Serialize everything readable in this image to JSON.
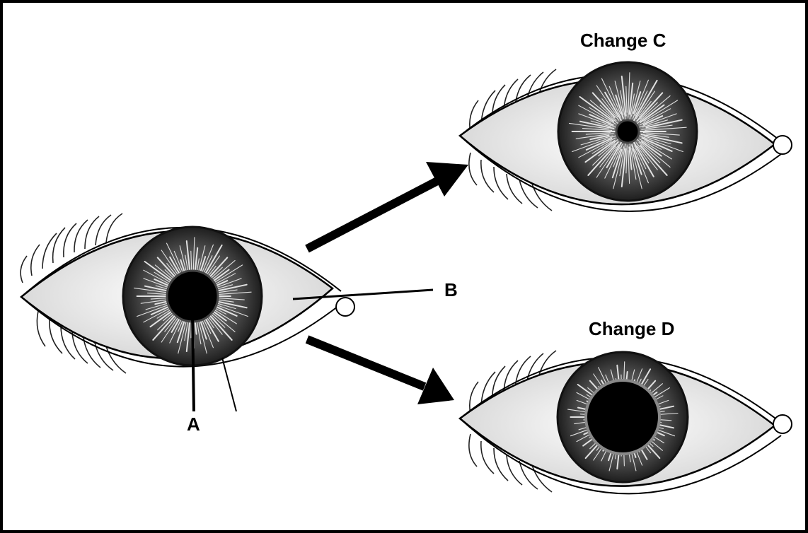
{
  "labels": {
    "a": "A",
    "b": "B",
    "change_c": "Change C",
    "change_d": "Change D"
  },
  "eyes": [
    {
      "id": "original",
      "pupil_ratio": 0.36
    },
    {
      "id": "change_c",
      "pupil_ratio": 0.16
    },
    {
      "id": "change_d",
      "pupil_ratio": 0.58
    }
  ],
  "colors": {
    "outline": "#000000",
    "iris": "#4a4a4a",
    "iris_dark": "#2a2a2a",
    "sclera": "#f4f4f4",
    "pupil": "#000000",
    "arrow": "#000000"
  }
}
